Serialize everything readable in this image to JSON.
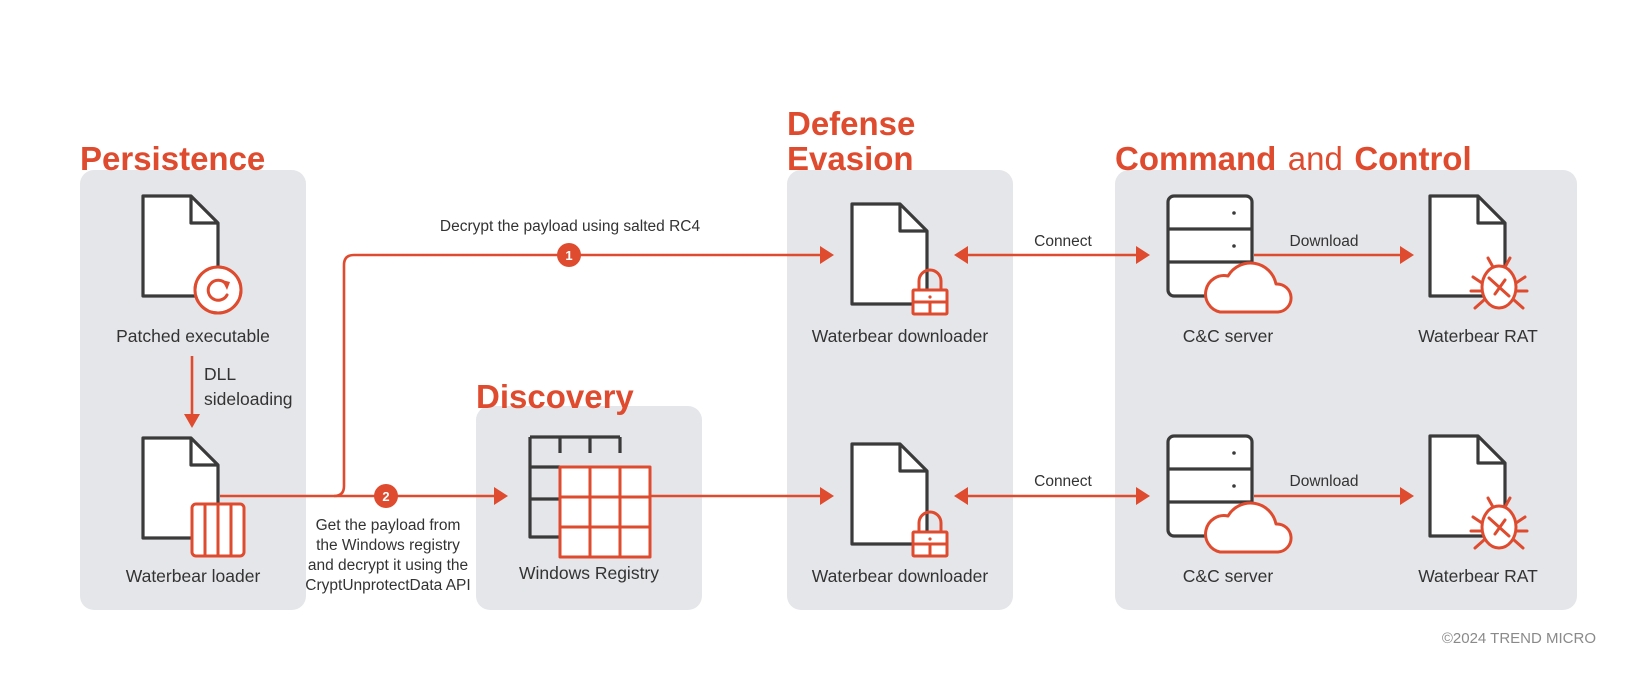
{
  "sections": {
    "persistence": "Persistence",
    "discovery": "Discovery",
    "defense_evasion_line1": "Defense",
    "defense_evasion_line2": "Evasion",
    "command": "Command",
    "and": "and",
    "control": "Control"
  },
  "nodes": {
    "patched_executable": "Patched executable",
    "waterbear_loader": "Waterbear loader",
    "windows_registry": "Windows Registry",
    "downloader_top": "Waterbear downloader",
    "downloader_bottom": "Waterbear downloader",
    "cc_server_top": "C&C server",
    "cc_server_bottom": "C&C server",
    "rat_top": "Waterbear RAT",
    "rat_bottom": "Waterbear RAT"
  },
  "edges": {
    "dll_line1": "DLL",
    "dll_line2": "sideloading",
    "step1_badge": "1",
    "step1_label": "Decrypt the payload using salted RC4",
    "step2_badge": "2",
    "step2_line1": "Get the payload from",
    "step2_line2": "the Windows registry",
    "step2_line3": "and decrypt it using the",
    "step2_line4": "CryptUnprotectData API",
    "connect_top": "Connect",
    "connect_bottom": "Connect",
    "download_top": "Download",
    "download_bottom": "Download"
  },
  "copyright": "©2024 TREND MICRO",
  "colors": {
    "accent": "#df4b2e",
    "panel": "#e5e6e9",
    "ink": "#3a3a3a"
  },
  "icons": [
    "document-icon",
    "gear-icon",
    "library-icon",
    "table-icon",
    "lock-icon",
    "server-icon",
    "cloud-icon",
    "bug-icon"
  ]
}
